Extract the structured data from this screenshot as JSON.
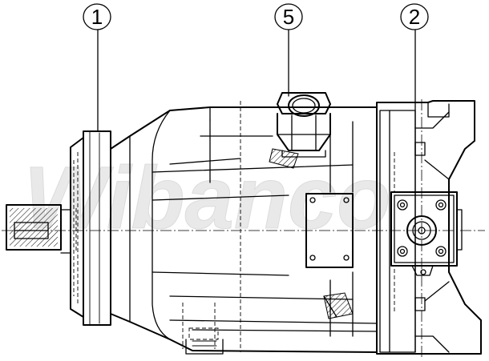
{
  "watermark": {
    "text": "Wibanco"
  },
  "callouts": [
    {
      "id": "part-1",
      "label": "1"
    },
    {
      "id": "part-5",
      "label": "5"
    },
    {
      "id": "part-2",
      "label": "2"
    }
  ]
}
